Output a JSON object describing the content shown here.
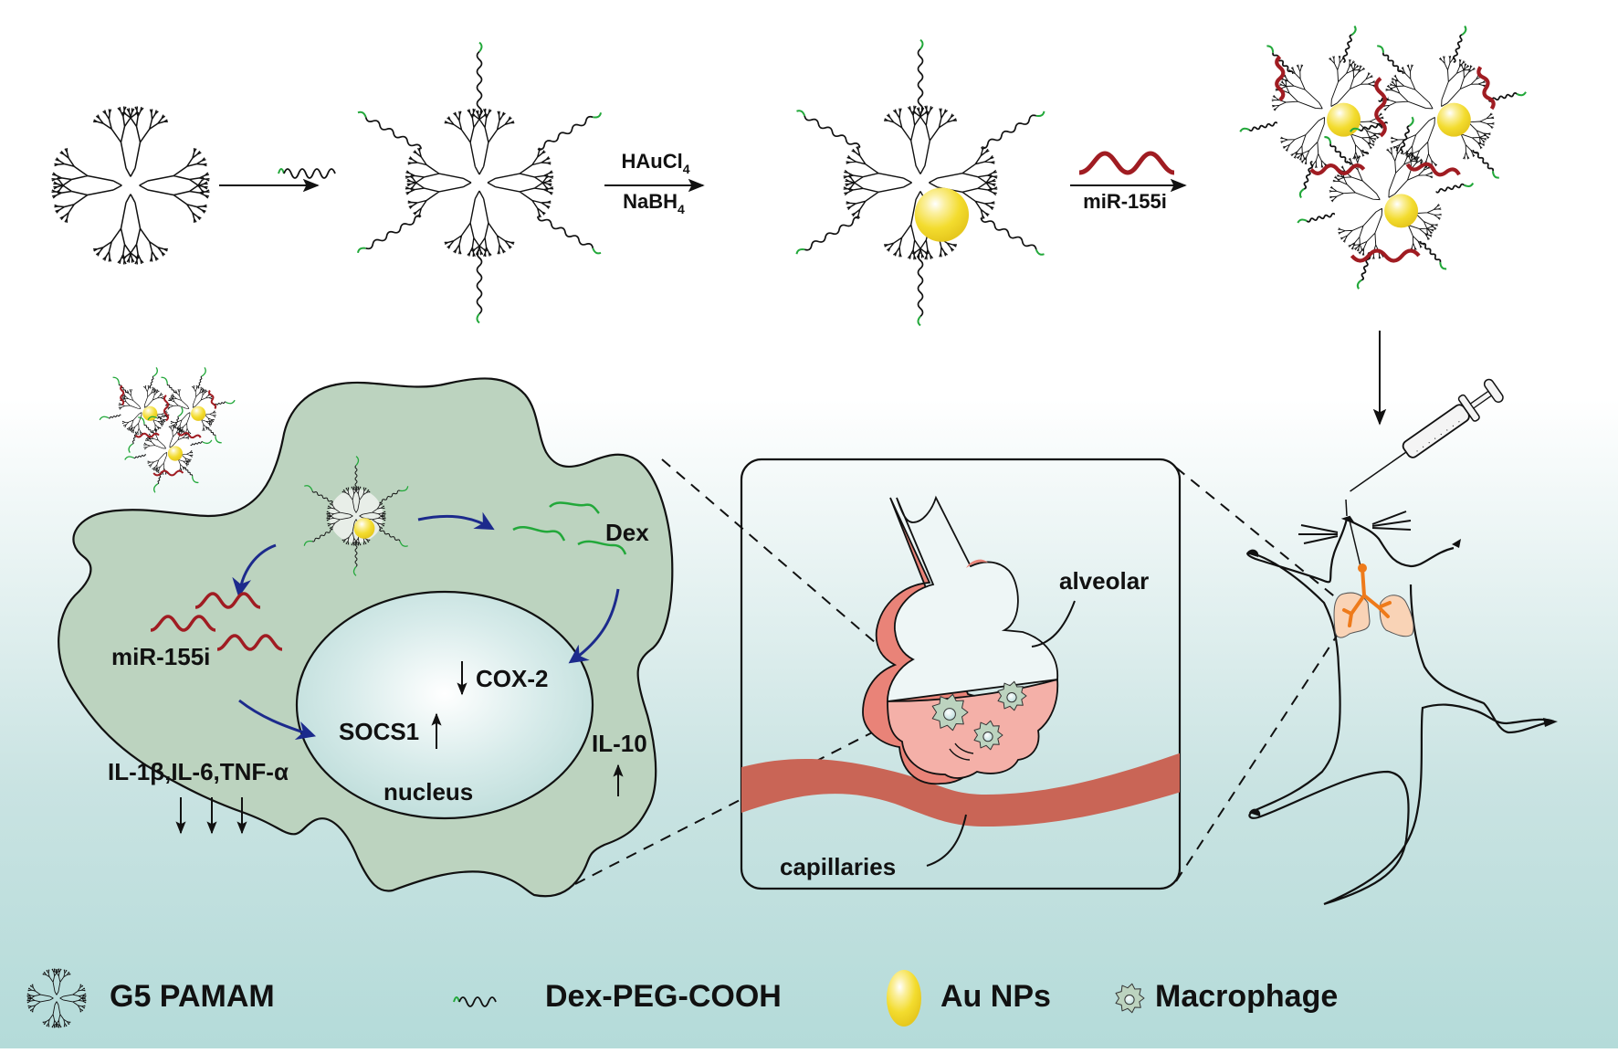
{
  "synthesis": {
    "step1_reagent_icon": "dex-peg-cooh-strand",
    "step2_reagent_top": "HAuCl",
    "step2_reagent_top_sub": "4",
    "step2_reagent_bottom": "NaBH",
    "step2_reagent_bottom_sub": "4",
    "step3_reagent_icon": "mirna-strand",
    "step3_reagent_label": "miR-155i"
  },
  "cell": {
    "labels": {
      "dex": "Dex",
      "mir": "miR-155i",
      "cox2": "COX-2",
      "socs1": "SOCS1",
      "nucleus": "nucleus",
      "il10": "IL-10",
      "cytokines": "IL-1β,IL-6,TNF-α"
    },
    "regulation": {
      "cox2": "down",
      "socs1": "up",
      "il10": "up",
      "cytokines": "down"
    }
  },
  "inset": {
    "alveolar_label": "alveolar",
    "capillaries_label": "capillaries"
  },
  "legend": {
    "items": [
      {
        "icon": "dendrimer-icon",
        "label": "G5 PAMAM"
      },
      {
        "icon": "peg-strand-icon",
        "label": "Dex-PEG-COOH"
      },
      {
        "icon": "gold-nanoparticle-icon",
        "label": "Au NPs"
      },
      {
        "icon": "macrophage-icon",
        "label": "Macrophage"
      }
    ]
  },
  "colors": {
    "background_top": "#ffffff",
    "background_bottom": "#b5dcda",
    "cell_fill": "#bcd3bf",
    "nucleus_center": "#ffffff",
    "nucleus_edge": "#bcdcd9",
    "flow_arrow": "#1c2a8c",
    "dex_green": "#22a83a",
    "mirna_red": "#a01c22",
    "gold": "#f3dc2e",
    "alveolus_wall": "#e98378",
    "alveolus_fluid": "#f4b0a8",
    "capillary": "#c96556",
    "lung": "#f9d3b6",
    "trachea": "#ee7a1a"
  }
}
